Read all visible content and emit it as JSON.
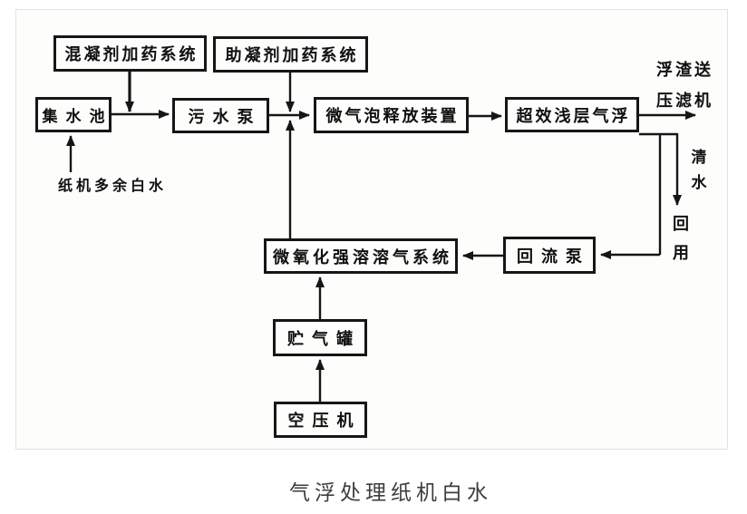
{
  "panel": {
    "background": "#fdfdfc",
    "border_color": "#e2e2e2"
  },
  "colors": {
    "ink": "#161616",
    "caption": "#3d3d3d"
  },
  "nodes": {
    "coagulant_dosing": "混凝剂加药系统",
    "flocculant_dosing": "助凝剂加药系统",
    "collecting_tank": "集水池",
    "sewage_pump": "污水泵",
    "microbubble_release": "微气泡释放装置",
    "shallow_daf": "超效浅层气浮",
    "dissolved_air_system": "微氧化强溶溶气系统",
    "return_pump": "回流泵",
    "gas_storage_tank": "贮气罐",
    "air_compressor": "空压机"
  },
  "labels": {
    "influent": "纸机多余白水",
    "scum_to_press": "浮渣送\n压滤机",
    "clear_water": "清\n水",
    "reuse": "回\n用"
  },
  "caption": "气浮处理纸机白水",
  "flows": [
    {
      "from": "纸机多余白水",
      "to": "集水池"
    },
    {
      "from": "混凝剂加药系统",
      "to": "集水池→污水泵管线"
    },
    {
      "from": "集水池",
      "to": "污水泵"
    },
    {
      "from": "助凝剂加药系统",
      "to": "污水泵→微气泡释放装置管线"
    },
    {
      "from": "污水泵",
      "to": "微气泡释放装置"
    },
    {
      "from": "微氧化强溶溶气系统",
      "to": "微气泡释放装置"
    },
    {
      "from": "微气泡释放装置",
      "to": "超效浅层气浮"
    },
    {
      "from": "超效浅层气浮",
      "to": "浮渣送压滤机"
    },
    {
      "from": "超效浅层气浮",
      "to": "清水回用"
    },
    {
      "from": "超效浅层气浮",
      "to": "回流泵"
    },
    {
      "from": "回流泵",
      "to": "微氧化强溶溶气系统"
    },
    {
      "from": "空压机",
      "to": "贮气罐"
    },
    {
      "from": "贮气罐",
      "to": "微氧化强溶溶气系统"
    }
  ]
}
